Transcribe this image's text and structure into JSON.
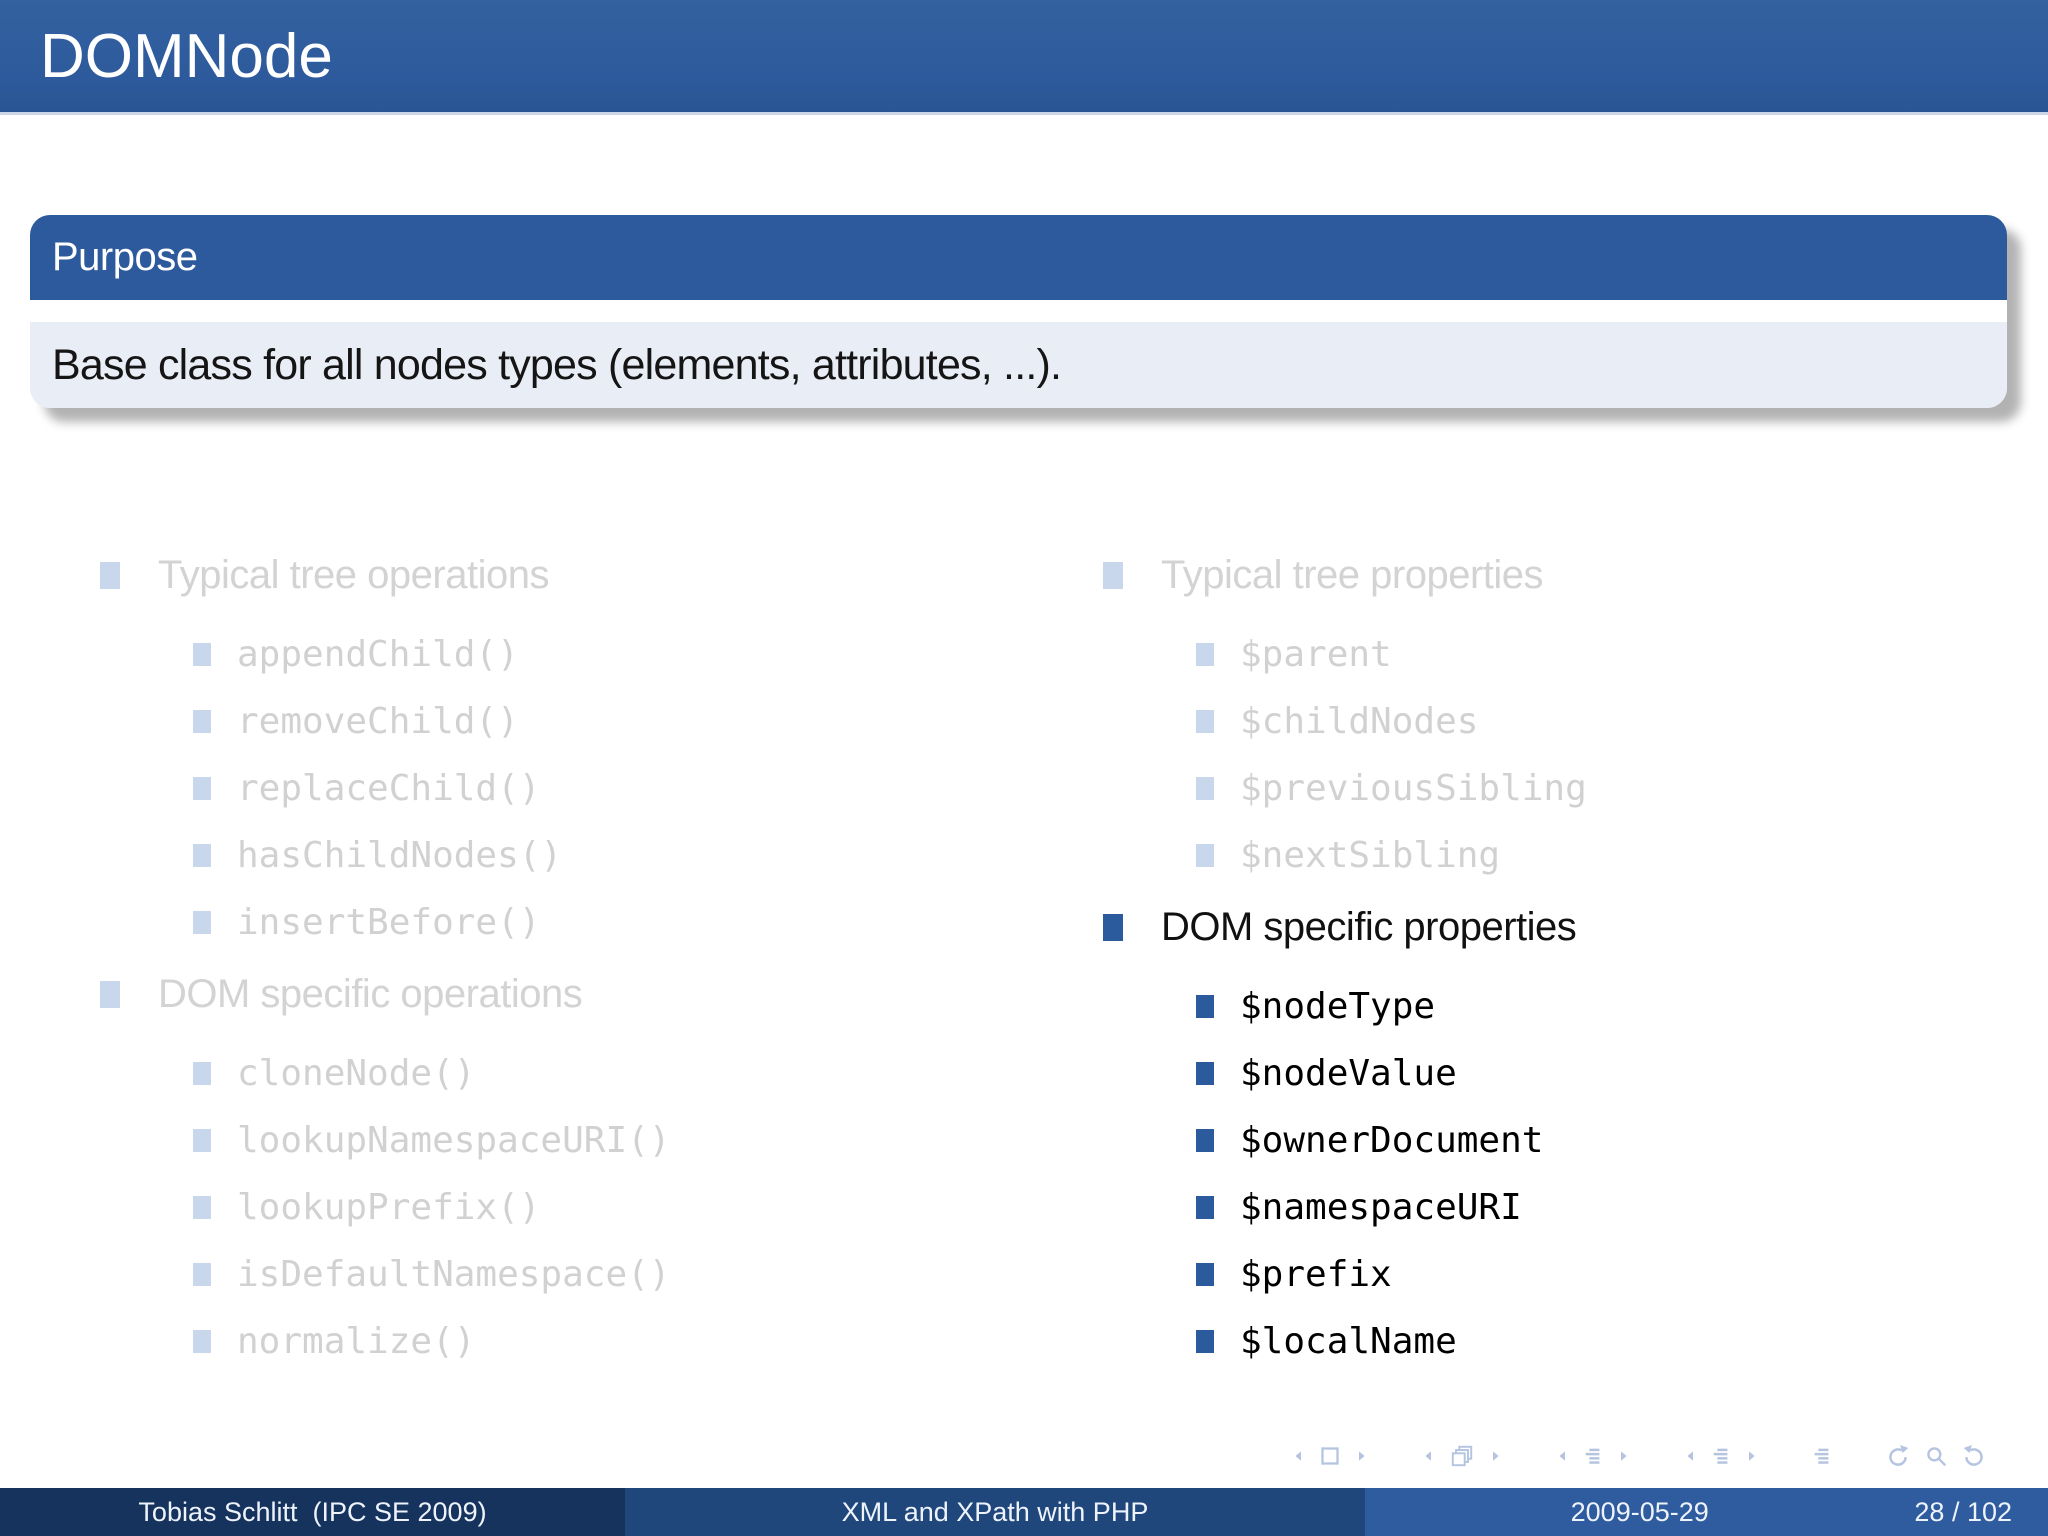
{
  "colors": {
    "accent_blue": "#2d5a9c",
    "title_bar_bg": "#2e5b9e",
    "block_header_bg": "#2d5a9c",
    "block_body_bg": "#e9edf6",
    "faded_text": "#d3d3d3",
    "faded_bullet": "#c9d7ec",
    "active_bullet": "#2b5a9d",
    "active_text": "#111111",
    "footer_author_bg": "#16335e",
    "footer_title_bg": "#20477c",
    "footer_date_bg": "#2e5c9f",
    "nav_icon_color": "#b5c5e0"
  },
  "header": {
    "title": "DOMNode"
  },
  "purpose_block": {
    "title": "Purpose",
    "body": "Base class for all nodes types (elements, attributes, ...)."
  },
  "columns": [
    {
      "sections": [
        {
          "heading": "Typical tree operations",
          "state": "faded",
          "items": [
            "appendChild()",
            "removeChild()",
            "replaceChild()",
            "hasChildNodes()",
            "insertBefore()"
          ]
        },
        {
          "heading": "DOM specific operations",
          "state": "faded",
          "items": [
            "cloneNode()",
            "lookupNamespaceURI()",
            "lookupPrefix()",
            "isDefaultNamespace()",
            "normalize()"
          ]
        }
      ]
    },
    {
      "sections": [
        {
          "heading": "Typical tree properties",
          "state": "faded",
          "items": [
            "$parent",
            "$childNodes",
            "$previousSibling",
            "$nextSibling"
          ]
        },
        {
          "heading": "DOM specific properties",
          "state": "active",
          "items": [
            "$nodeType",
            "$nodeValue",
            "$ownerDocument",
            "$namespaceURI",
            "$prefix",
            "$localName"
          ]
        }
      ]
    }
  ],
  "nav": {
    "groups": [
      [
        {
          "name": "slide-prev-icon",
          "kind": "tri-left"
        },
        {
          "name": "slide-icon",
          "kind": "square"
        },
        {
          "name": "slide-next-icon",
          "kind": "tri-right"
        }
      ],
      [
        {
          "name": "frame-prev-icon",
          "kind": "tri-left"
        },
        {
          "name": "frames-icon",
          "kind": "squares"
        },
        {
          "name": "frame-next-icon",
          "kind": "tri-right"
        }
      ],
      [
        {
          "name": "section-prev-icon",
          "kind": "tri-left"
        },
        {
          "name": "section-icon",
          "kind": "lines"
        },
        {
          "name": "section-next-icon",
          "kind": "tri-right"
        }
      ],
      [
        {
          "name": "subsection-prev-icon",
          "kind": "tri-left"
        },
        {
          "name": "subsection-icon",
          "kind": "lines"
        },
        {
          "name": "subsection-next-icon",
          "kind": "tri-right"
        }
      ],
      [
        {
          "name": "appendix-icon",
          "kind": "lines"
        }
      ],
      [
        {
          "name": "back-icon",
          "kind": "undo"
        },
        {
          "name": "search-icon",
          "kind": "search"
        },
        {
          "name": "forward-icon",
          "kind": "redo"
        }
      ]
    ]
  },
  "footer": {
    "author": "Tobias Schlitt  (IPC SE 2009)",
    "talk_title": "XML and XPath with PHP",
    "date": "2009-05-29",
    "page": "28 / 102"
  }
}
